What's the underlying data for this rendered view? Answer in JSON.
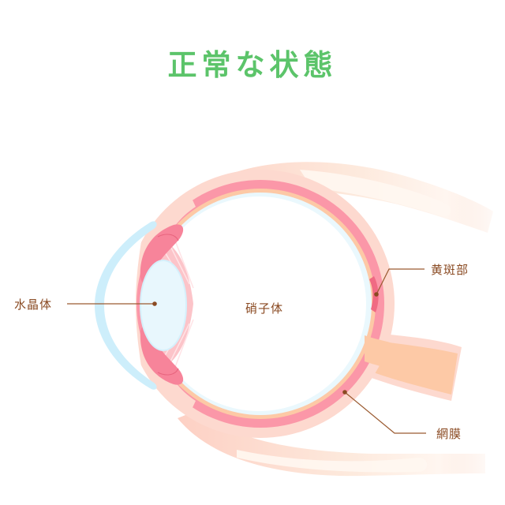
{
  "title": "正常な状態",
  "labels": {
    "lens": "水晶体",
    "vitreous": "硝子体",
    "macula": "黄斑部",
    "retina": "網膜"
  },
  "colors": {
    "title": "#5cc46a",
    "label_text": "#8a4a22",
    "leader_line": "#9a5a30",
    "sclera": "#fdd9cf",
    "retina_band": "#fb97a8",
    "choroid": "#fdc9a6",
    "cornea": "#cdeefb",
    "lens": "#e8f7fd",
    "ciliary_muscle": "#f7849a",
    "optic_nerve": "#fdc9a6"
  }
}
